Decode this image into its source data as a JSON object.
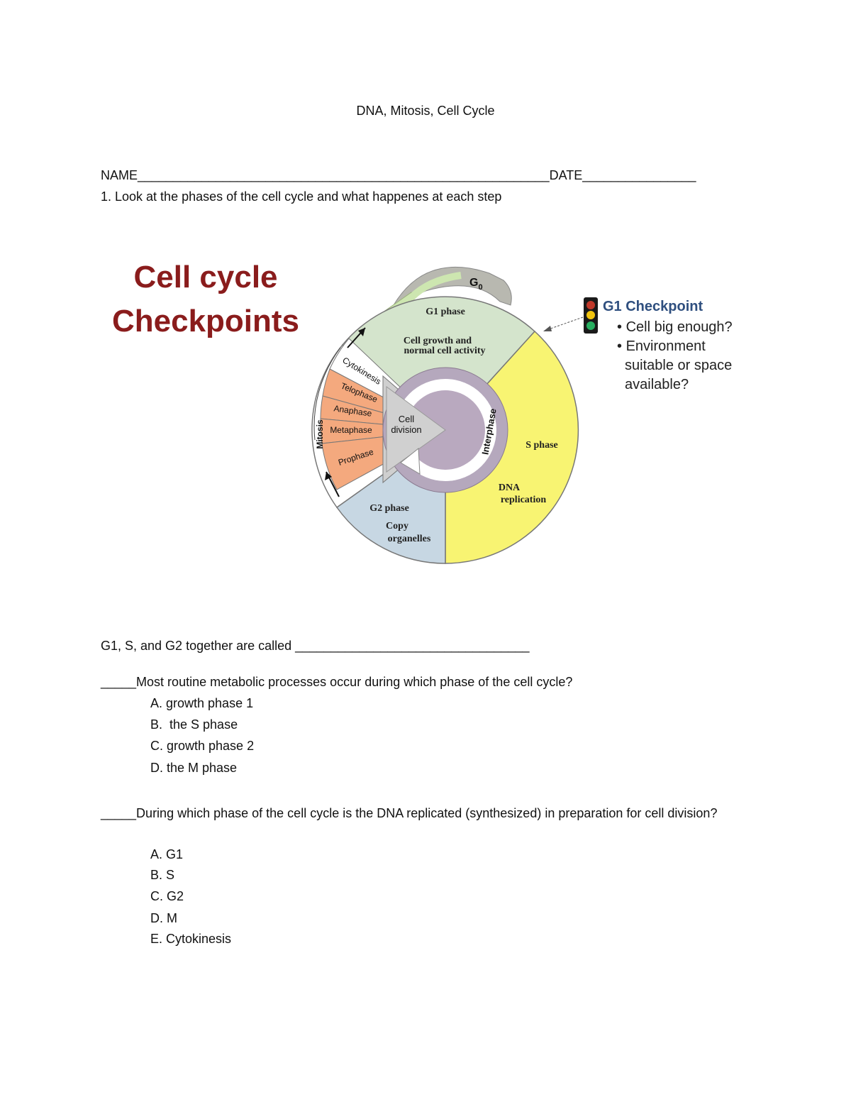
{
  "document": {
    "title": "DNA, Mitosis, Cell Cycle",
    "name_line": "NAME__________________________________________________________DATE________________",
    "question1": "1. Look at the phases of the cell cycle and what happenes at each step"
  },
  "diagram": {
    "title_line1": "Cell cycle",
    "title_line2": "Checkpoints",
    "g0": "G",
    "g0_sub": "0",
    "g1_phase": "G1 phase",
    "g1_desc_line1": "Cell growth and",
    "g1_desc_line2": "normal cell activity",
    "s_phase": "S phase",
    "dna_line1": "DNA",
    "dna_line2": "replication",
    "g2_phase": "G2 phase",
    "g2_desc_line1": "Copy",
    "g2_desc_line2": "organelles",
    "interphase": "Interphase",
    "cell_division_line1": "Cell",
    "cell_division_line2": "division",
    "mitosis": "Mitosis",
    "cytokinesis": "Cytokinesis",
    "telophase": "Telophase",
    "anaphase": "Anaphase",
    "metaphase": "Metaphase",
    "prophase": "Prophase",
    "checkpoint_title": "G1 Checkpoint",
    "checkpoint_bullet1": "Cell big enough?",
    "checkpoint_bullet2_line1": "Environment",
    "checkpoint_bullet2_line2": "suitable or space",
    "checkpoint_bullet2_line3": "available?",
    "colors": {
      "g1": "#d4e4cc",
      "s": "#f8f472",
      "g2": "#c7d7e3",
      "mitosis_phases": "#f4a97e",
      "core": "#b7a7bd",
      "title": "#8a1c1c",
      "checkpoint_title": "#2f4f7f"
    }
  },
  "questions": {
    "q2": "G1, S, and G2 together are called _________________________________",
    "q3": {
      "stem": "_____Most routine metabolic processes occur during which phase of the cell cycle?",
      "options": [
        "A. growth phase 1",
        "B.  the S phase",
        "C. growth phase 2",
        "D. the M phase"
      ]
    },
    "q4": {
      "stem": "_____During which phase of the cell cycle is the DNA replicated (synthesized) in preparation for cell division?",
      "options": [
        "A. G1",
        "B. S",
        "C. G2",
        "D. M",
        "E. Cytokinesis"
      ]
    }
  }
}
